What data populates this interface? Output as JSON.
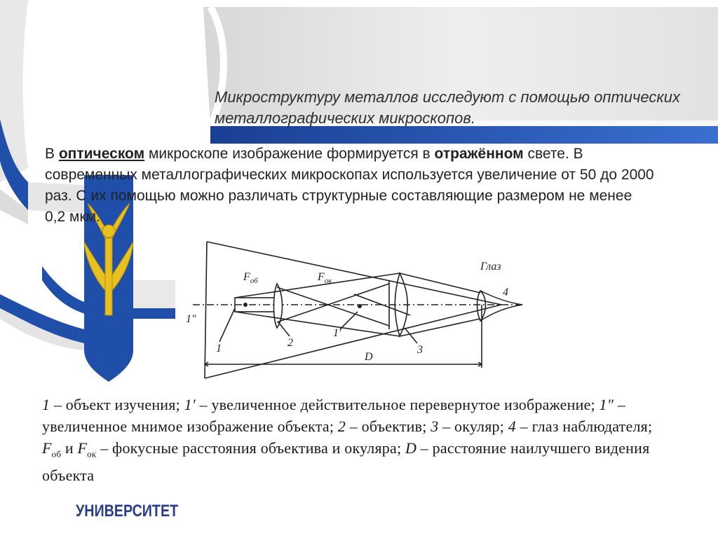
{
  "title": "Микроструктуру металлов исследуют с помощью оптических металлографических микроскопов.",
  "paragraph": {
    "p1": "В ",
    "bold1": "оптическом",
    "p2": " микроскопе изображение формируется в ",
    "bold2": "отражённом",
    "p3": " свете. В современных металлографических микроскопах используется увеличение от 50 до 2000 раз. С их помощью можно различать структурные составляющие размером не менее 0,2 мкм."
  },
  "diagram": {
    "label_f_ob": "F",
    "label_f_ob_sub": "об",
    "label_f_ok": "F",
    "label_f_ok_sub": "ок",
    "label_eye": "Глаз",
    "label_4": "4",
    "label_1pp": "1″",
    "label_1": "1",
    "label_2": "2",
    "label_1p": "1′",
    "label_3": "3",
    "label_D": "D"
  },
  "caption": {
    "n1": "1",
    "t1": " – объект изучения; ",
    "n1p": "1′",
    "t2": " – увеличенное действительное перевернутое изображение; ",
    "n1pp": "1″",
    "t3": " – увеличенное мнимое изображение объекта; ",
    "n2": "2",
    "t4": " – объектив; ",
    "n3": "3",
    "t5": " – окуляр; ",
    "n4": "4",
    "t6": " – глаз наблюдателя; ",
    "fob": "F",
    "fob_sub": "об",
    "t7": " и ",
    "fok": "F",
    "fok_sub": "ок",
    "t8": " – фокусные расстояния объектива и окуляра; ",
    "nD": "D",
    "t9": " – расстояние наилучшего видения объекта"
  },
  "university": "УНИВЕРСИТЕТ",
  "colors": {
    "band_blue": "#1f4fa8",
    "grey_panel": "#e4e4e4",
    "emblem_gold": "#e8c020"
  }
}
